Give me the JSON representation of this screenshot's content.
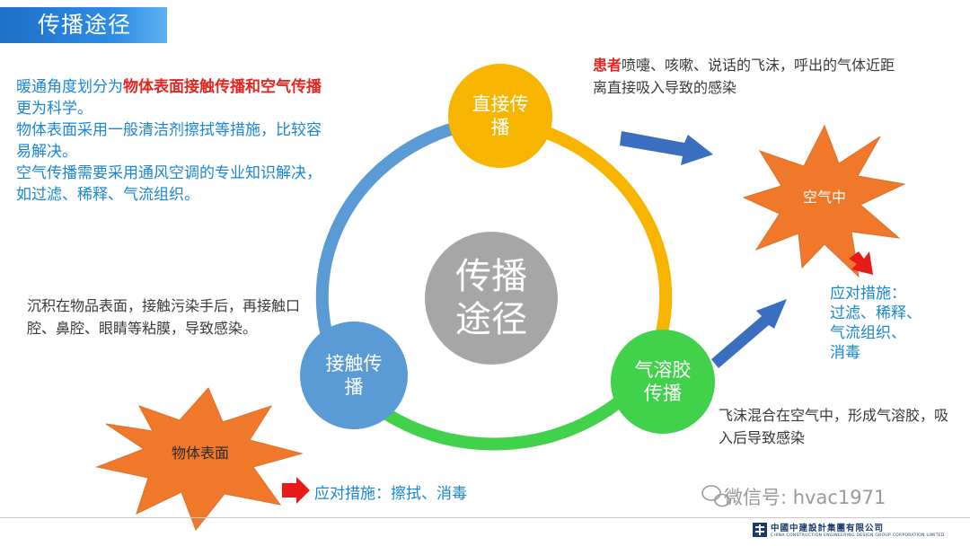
{
  "header": {
    "title": "传播途径"
  },
  "intro": {
    "line1_pre": "暖通角度划分为",
    "line1_red": "物体表面接触传播和空气传播",
    "line1_post": "更为科学。",
    "line2": "物体表面采用一般清洁剂擦拭等措施，比较容易解决。",
    "line3": "空气传播需要采用通风空调的专业知识解决，如过滤、稀释、气流组织。"
  },
  "center": {
    "line1": "传播",
    "line2": "途径"
  },
  "nodes": {
    "direct": {
      "line1": "直接传",
      "line2": "播"
    },
    "contact": {
      "line1": "接触传",
      "line2": "播"
    },
    "aerosol": {
      "line1": "气溶胶",
      "line2": "传播"
    }
  },
  "notes": {
    "direct_red": "患者",
    "direct_text": "喷嚏、咳嗽、说话的飞沫，呼出的气体近距离直接吸入导致的感染",
    "contact_text": "沉积在物品表面，接触污染手后，再接触口腔、鼻腔、眼睛等粘膜，导致感染。",
    "aerosol_text": "飞沫混合在空气中，形成气溶胶，吸入后导致感染"
  },
  "bursts": {
    "air": "空气中",
    "surface": "物体表面"
  },
  "measures": {
    "air": {
      "line1": "应对措施：",
      "line2": "过滤、稀释、",
      "line3": "气流组织、",
      "line4": "消毒"
    },
    "surface": "应对措施：擦拭、消毒"
  },
  "footer": {
    "watermark": "微信号: hvac1971",
    "company_cn": "中國中建設計集團有限公司",
    "company_en": "CHINA CONSTRUCTION ENGINEERING DESIGN GROUP CORPORATION LIMITED"
  },
  "colors": {
    "header_blue": "#2a84dd",
    "ring_yellow": "#f7b500",
    "ring_green": "#41d14a",
    "ring_blue": "#5b9bd5",
    "center_gray": "#a6a6a6",
    "burst_orange": "#f0782a",
    "arrow_blue": "#3a6fc0",
    "arrow_red": "#e81b1b",
    "text_blue": "#1a86d6",
    "text_red": "#e3261f"
  }
}
